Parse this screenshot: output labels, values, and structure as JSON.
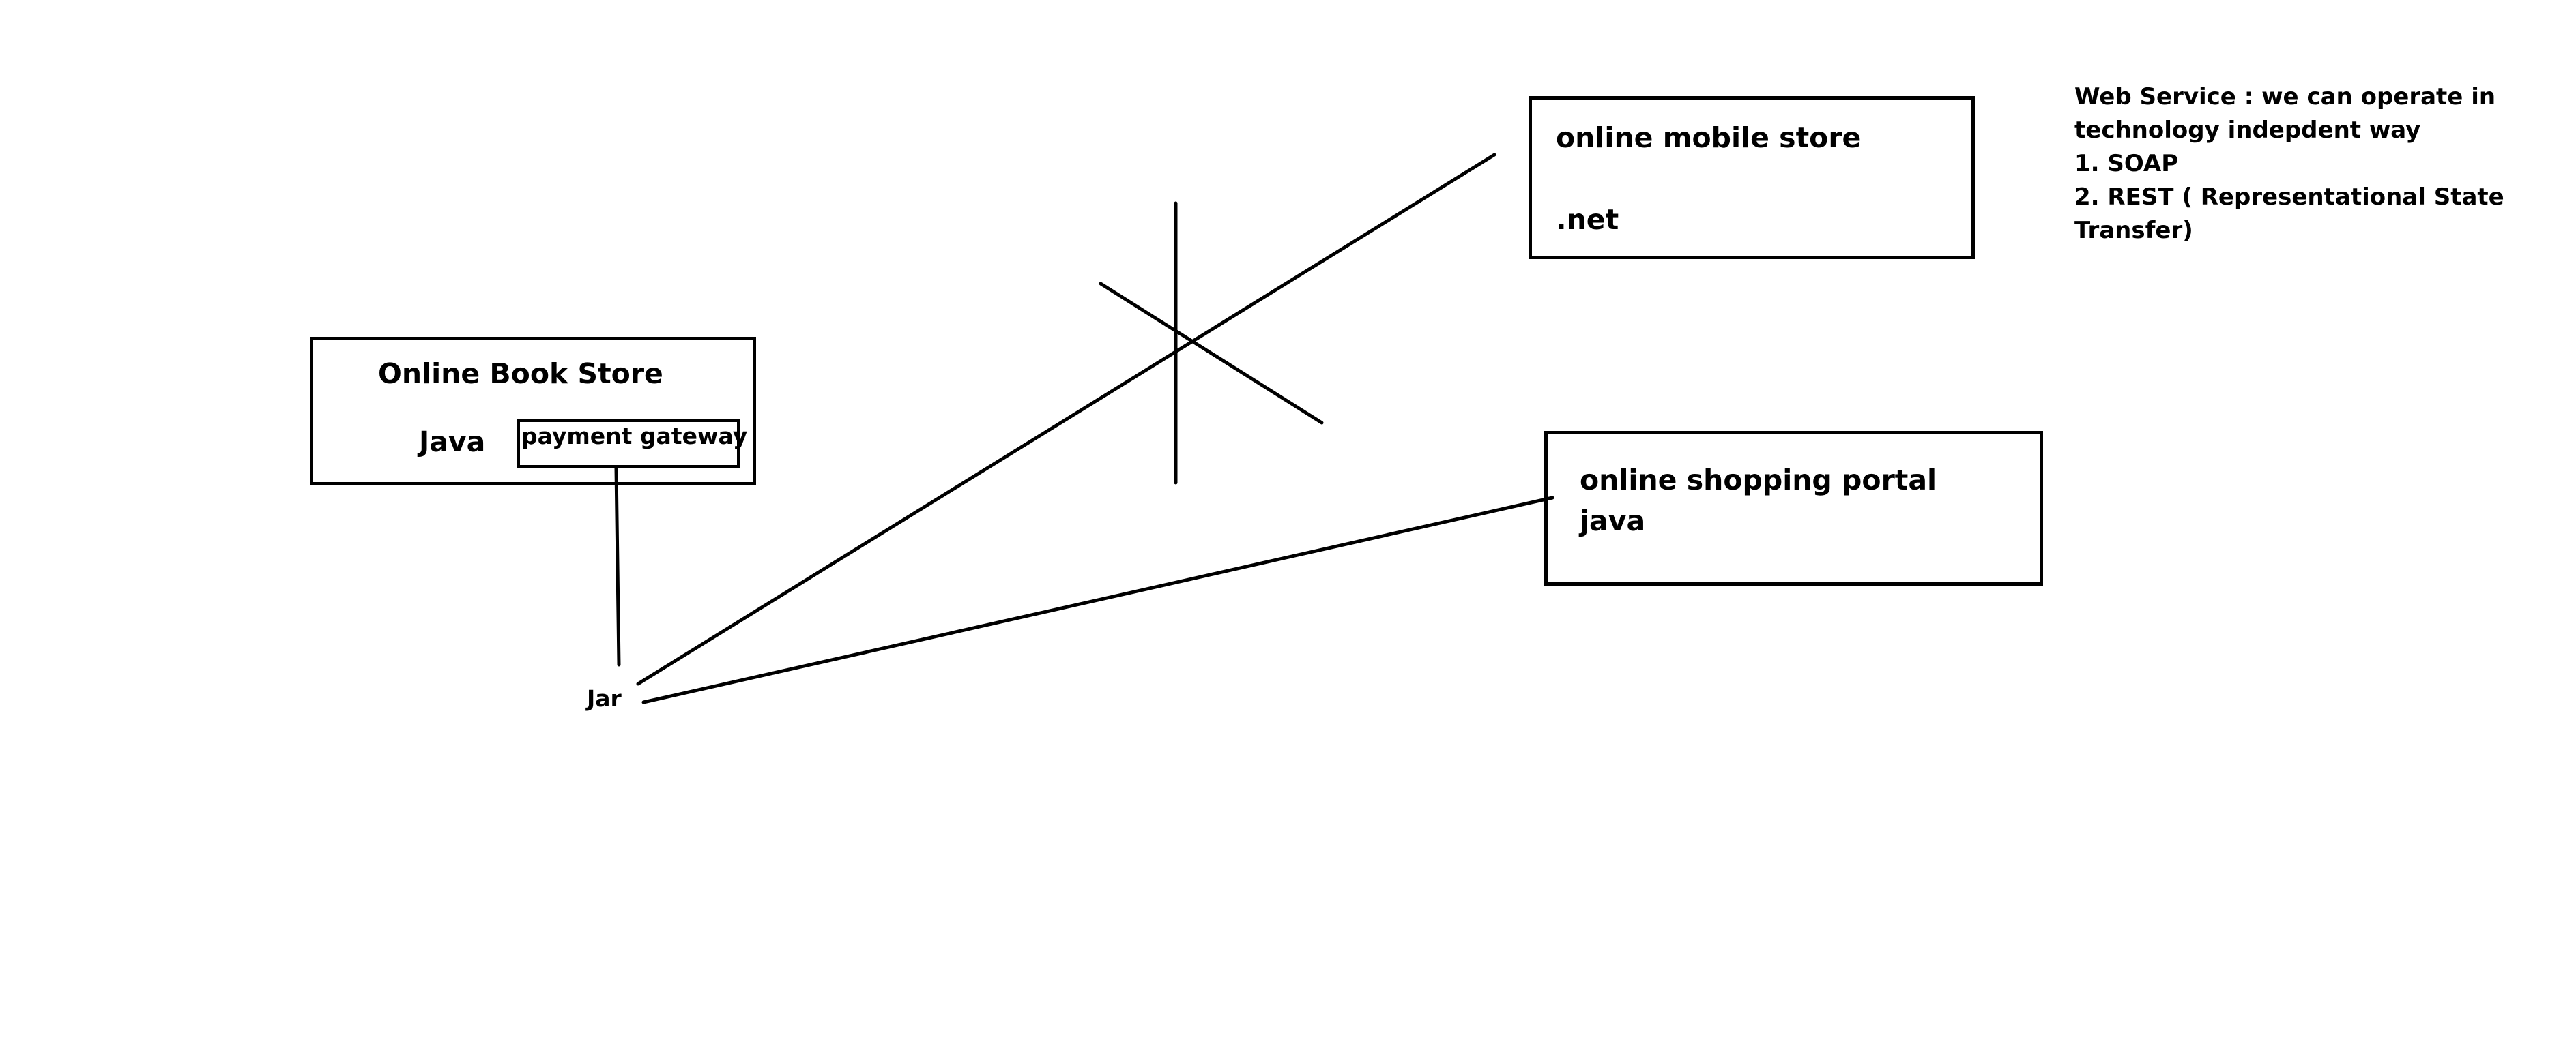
{
  "diagram": {
    "book_store": {
      "title": "Online Book Store",
      "tech": "Java",
      "payment_gateway": "payment gateway"
    },
    "jar_label": "Jar",
    "mobile_store": {
      "title": "online mobile store",
      "tech": ".net"
    },
    "shopping_portal": {
      "title": "online shopping portal",
      "tech": "java"
    },
    "note": {
      "line1": "Web Service : we can operate in",
      "line2": "technology indepdent way",
      "item1": "1. SOAP",
      "item2": "2. REST ( Representational State",
      "item2_cont": "Transfer)"
    }
  }
}
